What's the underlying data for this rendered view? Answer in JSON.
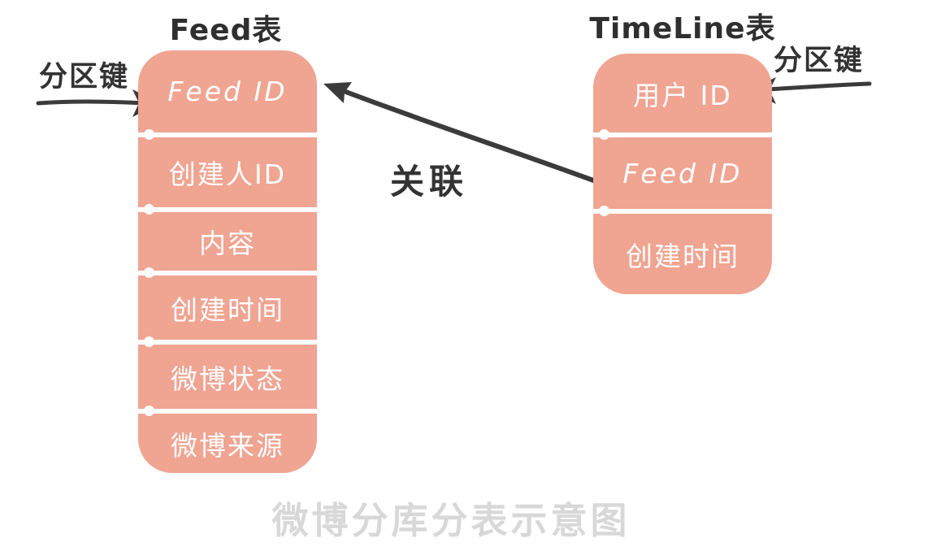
{
  "diagram": {
    "caption": "微博分库分表示意图"
  },
  "tables": {
    "feed": {
      "title": "Feed表",
      "rows": [
        "Feed ID",
        "创建人ID",
        "内容",
        "创建时间",
        "微博状态",
        "微博来源"
      ]
    },
    "timeline": {
      "title": "TimeLine表",
      "rows": [
        "用户 ID",
        "Feed ID",
        "创建时间"
      ]
    }
  },
  "labels": {
    "partition_key_left": "分区键",
    "partition_key_right": "分区键",
    "relation": "关联"
  },
  "colors": {
    "table_fill": "#F0A492",
    "row_text": "#FFFFFF",
    "arrow": "#3B3B3B",
    "title_text": "#2F2F2F",
    "caption_text": "#D8D8D8"
  }
}
